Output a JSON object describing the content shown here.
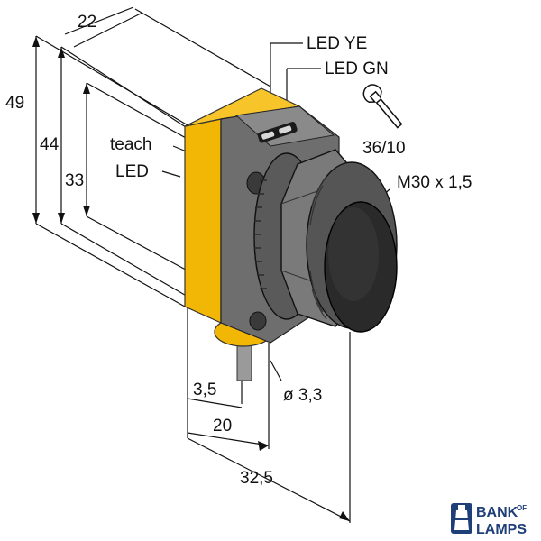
{
  "labels": {
    "led_ye": "LED YE",
    "led_gn": "LED GN",
    "teach": "teach",
    "led": "LED",
    "wrench_size": "36/10",
    "thread": "M30 x 1,5"
  },
  "dimensions": {
    "width_top": "22",
    "height_total": "49",
    "height_body": "44",
    "height_lens": "33",
    "cable_offset": "3,5",
    "cable_dia": "ø 3,3",
    "depth_body": "20",
    "depth_total": "32,5"
  },
  "watermark": {
    "line1": "BANK",
    "line1_small": "OF",
    "line2": "LAMPS"
  },
  "colors": {
    "housing_yellow": "#f2b705",
    "housing_gray": "#6e6e6e",
    "lens": "#2a2a2a",
    "watermark": "#1e3f78"
  }
}
